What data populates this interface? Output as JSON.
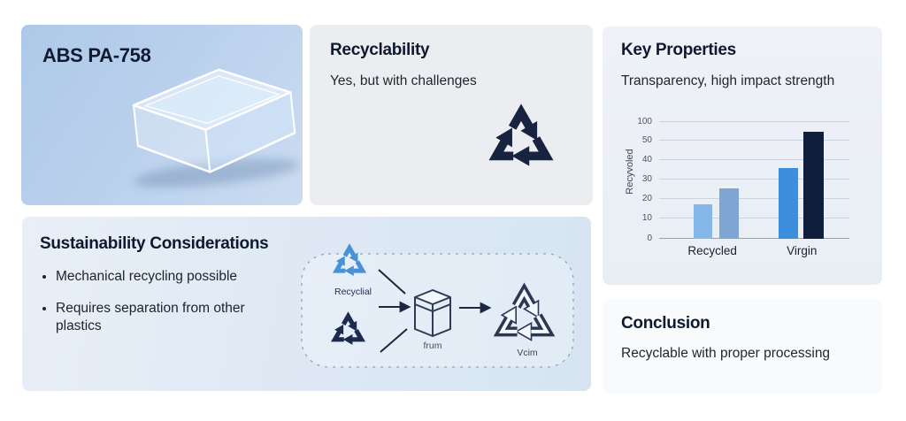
{
  "panels": {
    "material": {
      "title": "ABS PA-758",
      "image": "transparent-plastic-block-photo"
    },
    "recyclability": {
      "title": "Recyclability",
      "subtitle": "Yes, but with challenges",
      "icon": "recycling-symbol-icon",
      "icon_color": "#17233f"
    },
    "key_properties": {
      "title": "Key Properties",
      "subtitle": "Transparency, high impact strength"
    },
    "sustainability": {
      "title": "Sustainability Considerations",
      "bullets": [
        "Mechanical recycling possible",
        "Requires separation from other plastics"
      ]
    },
    "conclusion": {
      "title": "Conclusion",
      "subtitle": "Recyclable with proper processing"
    }
  },
  "diagram": {
    "labels": {
      "recycled_source": "Recyclial",
      "container": "frum",
      "virgin_output": "Vcim"
    },
    "icons": [
      "recycling-symbol-blue-icon",
      "recycling-symbol-navy-icon",
      "container-box-icon",
      "recycling-symbol-outline-icon"
    ],
    "colors": {
      "blue": "#4a90d6",
      "navy": "#1b2b50",
      "outline": "#2c3852"
    }
  },
  "chart_data": {
    "type": "bar",
    "title": "",
    "ylabel": "Recyvoled",
    "categories": [
      "Recycled",
      "Virgin"
    ],
    "series": [
      {
        "name": "bar-left",
        "values": [
          18,
          37
        ]
      },
      {
        "name": "bar-right",
        "values": [
          26,
          55
        ]
      }
    ],
    "grid": true,
    "legend": false,
    "note": "y-axis tick spacing is non-linear as rendered: 0,10,20,30,40,50,100",
    "yticks": [
      {
        "label": "0",
        "pct": 0,
        "baseline": true
      },
      {
        "label": "10",
        "pct": 17
      },
      {
        "label": "20",
        "pct": 33
      },
      {
        "label": "30",
        "pct": 50
      },
      {
        "label": "40",
        "pct": 66
      },
      {
        "label": "50",
        "pct": 82
      },
      {
        "label": "100",
        "pct": 98
      }
    ],
    "bars": [
      {
        "group": "Recycled",
        "value": 18,
        "color": "#85b6e8",
        "x_pct": 18.0,
        "w_pct": 9.8,
        "h_pct": 29
      },
      {
        "group": "Recycled",
        "value": 26,
        "color": "#7fa6d2",
        "x_pct": 31.6,
        "w_pct": 10.2,
        "h_pct": 42
      },
      {
        "group": "Virgin",
        "value": 37,
        "color": "#3e8ede",
        "x_pct": 62.8,
        "w_pct": 10.2,
        "h_pct": 59
      },
      {
        "group": "Virgin",
        "value": 55,
        "color": "#0f1e3c",
        "x_pct": 75.8,
        "w_pct": 10.7,
        "h_pct": 90
      }
    ],
    "x_labels": [
      {
        "label": "Recycled",
        "x_pct": 28
      },
      {
        "label": "Virgin",
        "x_pct": 75
      }
    ]
  }
}
